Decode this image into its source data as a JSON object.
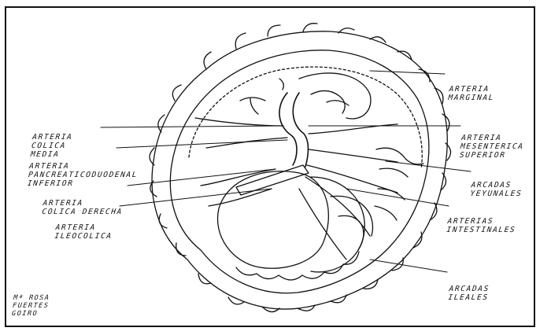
{
  "labels_left": [
    {
      "id": "colica-media",
      "lines": [
        "ARTERIA",
        "COLICA",
        "MEDIA"
      ]
    },
    {
      "id": "pancreatico",
      "lines": [
        "ARTERIA",
        "PANCREATICODUODENAL",
        "INFERIOR"
      ]
    },
    {
      "id": "colica-derecha",
      "lines": [
        "ARTERIA",
        "COLICA DERECHA"
      ]
    },
    {
      "id": "ileocolica",
      "lines": [
        "ARTERIA",
        "ILEOCOLICA"
      ]
    }
  ],
  "labels_right": [
    {
      "id": "marginal",
      "lines": [
        "ARTERIA",
        "MARGINAL"
      ]
    },
    {
      "id": "mesenterica",
      "lines": [
        "ARTERIA",
        "MESENTERICA",
        "SUPERIOR"
      ]
    },
    {
      "id": "yeyunales",
      "lines": [
        "ARCADAS",
        "YEYUNALES"
      ]
    },
    {
      "id": "intestinales",
      "lines": [
        "ARTERIAS",
        "INTESTINALES"
      ]
    },
    {
      "id": "ileales",
      "lines": [
        "ARCADAS",
        "ILEALES"
      ]
    }
  ],
  "signature": [
    "Mª ROSA",
    "FUERTES",
    "GOIRO"
  ]
}
